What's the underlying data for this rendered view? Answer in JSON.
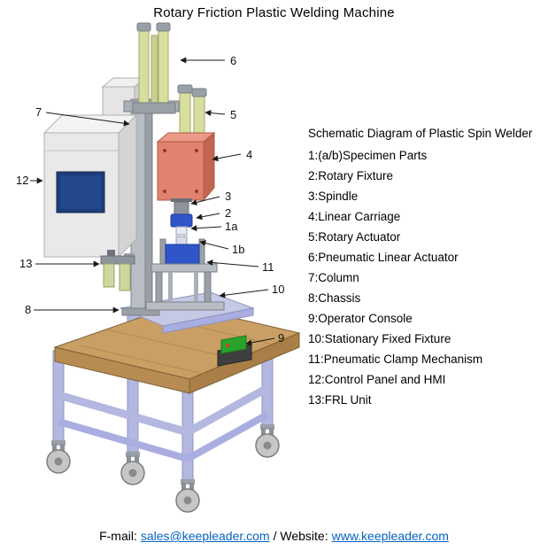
{
  "title": "Rotary Friction Plastic Welding Machine",
  "legend": {
    "heading": "Schematic Diagram of Plastic Spin Welder",
    "items": [
      "1:(a/b)Specimen Parts",
      "2:Rotary Fixture",
      "3:Spindle",
      "4:Linear Carriage",
      "5:Rotary Actuator",
      "6:Pneumatic Linear Actuator",
      "7:Column",
      "8:Chassis",
      "9:Operator Console",
      "10:Stationary Fixed Fixture",
      "11:Pneumatic Clamp Mechanism",
      "12:Control Panel and HMI",
      "13:FRL Unit"
    ]
  },
  "callouts": {
    "c1a": "1a",
    "c1b": "1b",
    "c2": "2",
    "c3": "3",
    "c4": "4",
    "c5": "5",
    "c6": "6",
    "c7": "7",
    "c8": "8",
    "c9": "9",
    "c10": "10",
    "c11": "11",
    "c12": "12",
    "c13": "13"
  },
  "footer": {
    "label": "F-mail:",
    "email": "sales@keepleader.com",
    "separator": "/ Website:",
    "website": "www.keepleader.com"
  },
  "colors": {
    "link": "#0563c1",
    "actuator_green": "#d8df9e",
    "carriage_red": "#e0826d",
    "fixture_blue": "#2f55c9",
    "table_top": "#c99f63",
    "frame_lavender": "#b4b8e0",
    "panel_gray": "#e9e9e9",
    "screen_blue": "#1d3d7a",
    "console_green": "#2ba32b"
  }
}
